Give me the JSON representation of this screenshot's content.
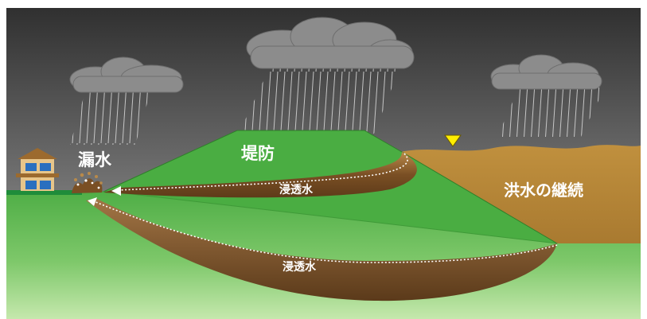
{
  "labels": {
    "leak": "漏水",
    "levee": "堤防",
    "seepage_upper": "浸透水",
    "seepage_lower": "浸透水",
    "flood": "洪水の継続"
  },
  "icons": {
    "rain_clouds": [
      "rain-cloud-icon",
      "rain-cloud-icon",
      "rain-cloud-icon"
    ],
    "house": "house-icon",
    "water_level": "water-level-triangle-icon",
    "leak_spray": "leak-spray-icon"
  },
  "colors": {
    "sky_top": "#3a3a3a",
    "sky_bottom": "#a8a8a8",
    "levee_green": "#4fae46",
    "ground_green": "#54b44c",
    "ground_light": "#b6e19c",
    "flood_water": "#b98a3c",
    "seepage": "#7a5024",
    "cloud": "#8a8a8a",
    "triangle": "#ffee00",
    "text_light": "#ffffff"
  }
}
